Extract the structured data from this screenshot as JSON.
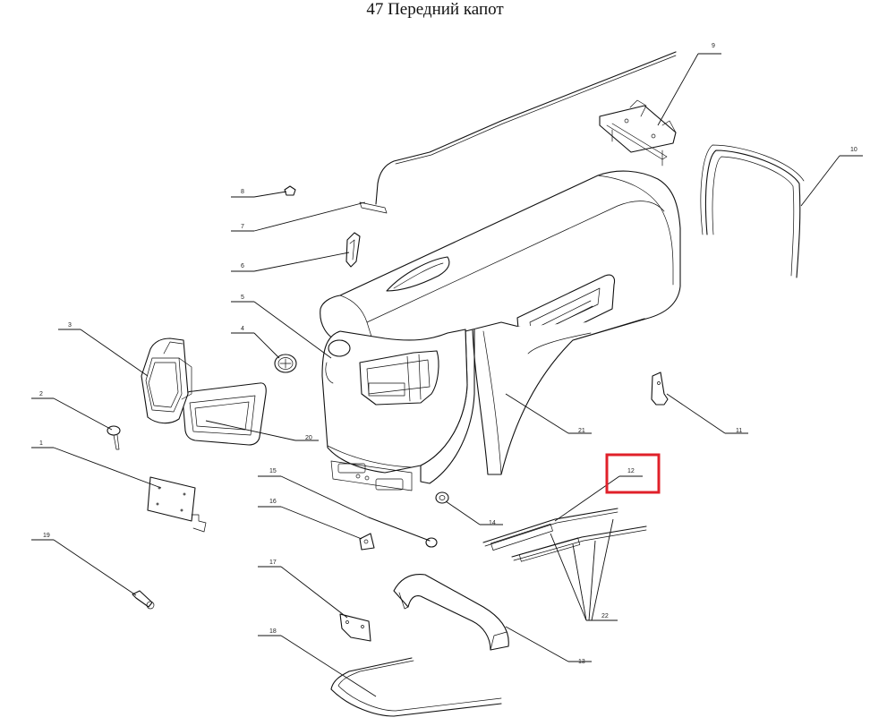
{
  "title": "47 Передний капот",
  "callouts": [
    {
      "id": "1",
      "label": "1"
    },
    {
      "id": "2",
      "label": "2"
    },
    {
      "id": "3",
      "label": "3"
    },
    {
      "id": "4",
      "label": "4"
    },
    {
      "id": "5",
      "label": "5"
    },
    {
      "id": "6",
      "label": "6"
    },
    {
      "id": "7",
      "label": "7"
    },
    {
      "id": "8",
      "label": "8"
    },
    {
      "id": "9",
      "label": "9"
    },
    {
      "id": "10",
      "label": "10"
    },
    {
      "id": "11",
      "label": "11"
    },
    {
      "id": "12",
      "label": "12"
    },
    {
      "id": "13",
      "label": "13"
    },
    {
      "id": "14",
      "label": "14"
    },
    {
      "id": "15",
      "label": "15"
    },
    {
      "id": "16",
      "label": "16"
    },
    {
      "id": "17",
      "label": "17"
    },
    {
      "id": "18",
      "label": "18"
    },
    {
      "id": "19",
      "label": "19"
    },
    {
      "id": "20",
      "label": "20"
    },
    {
      "id": "21",
      "label": "21"
    },
    {
      "id": "22",
      "label": "22"
    }
  ],
  "highlighted_callout": "12",
  "highlight_color": "#e0202a"
}
